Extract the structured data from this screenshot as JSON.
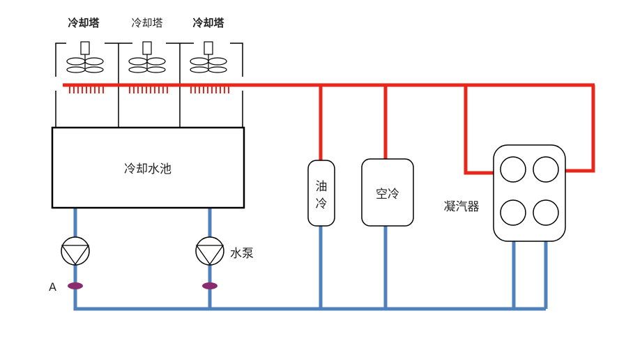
{
  "cooling_towers": {
    "labels": [
      "冷却塔",
      "冷却塔",
      "冷却塔"
    ]
  },
  "pool": {
    "label": "冷却水池"
  },
  "oil_cooler": {
    "line1": "油",
    "line2": "冷"
  },
  "air_cooler": {
    "label": "空冷"
  },
  "condenser": {
    "label": "凝汽器"
  },
  "pump": {
    "label": "水泵"
  },
  "point_a": {
    "label": "A"
  },
  "colors": {
    "hot_pipe": "#e8261c",
    "cold_pipe": "#4f81bd",
    "valve": "#8b2a6e",
    "outline": "#000000"
  }
}
